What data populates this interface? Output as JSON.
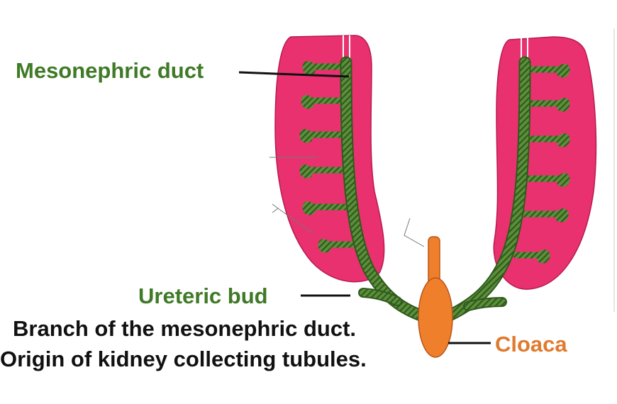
{
  "labels": {
    "mesonephric_duct": "Mesonephric duct",
    "ureteric_bud": "Ureteric bud",
    "branch_line": "Branch of the mesonephric duct.",
    "origin_line": "Origin of kidney collecting tubules.",
    "cloaca": "Cloaca"
  },
  "colors": {
    "green_label": "#3f7a26",
    "black_label": "#111111",
    "orange_label": "#e07a2e",
    "mesonephros": "#e8316e",
    "duct_green": "#5c8f3b",
    "cloaca_orange": "#ef7f2a"
  }
}
